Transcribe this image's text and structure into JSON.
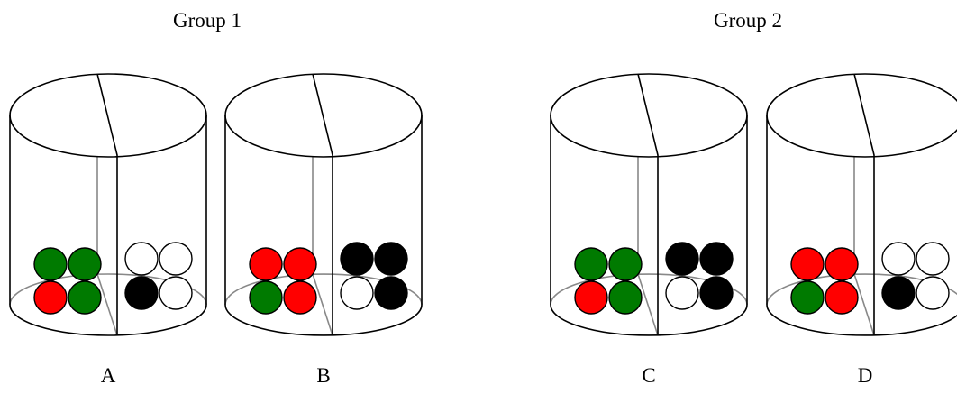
{
  "groups": [
    {
      "label": "Group 1"
    },
    {
      "label": "Group 2"
    }
  ],
  "colors": {
    "green": "#007a00",
    "red": "#ff0000",
    "black": "#000000",
    "white": "#ffffff"
  },
  "containers": [
    {
      "label": "A",
      "left_balls": [
        "green",
        "green",
        "red",
        "green"
      ],
      "right_balls": [
        "white",
        "white",
        "black",
        "white"
      ]
    },
    {
      "label": "B",
      "left_balls": [
        "red",
        "red",
        "green",
        "red"
      ],
      "right_balls": [
        "black",
        "black",
        "white",
        "black"
      ]
    },
    {
      "label": "C",
      "left_balls": [
        "green",
        "green",
        "red",
        "green"
      ],
      "right_balls": [
        "black",
        "black",
        "white",
        "black"
      ]
    },
    {
      "label": "D",
      "left_balls": [
        "red",
        "red",
        "green",
        "red"
      ],
      "right_balls": [
        "white",
        "white",
        "black",
        "white"
      ]
    }
  ]
}
